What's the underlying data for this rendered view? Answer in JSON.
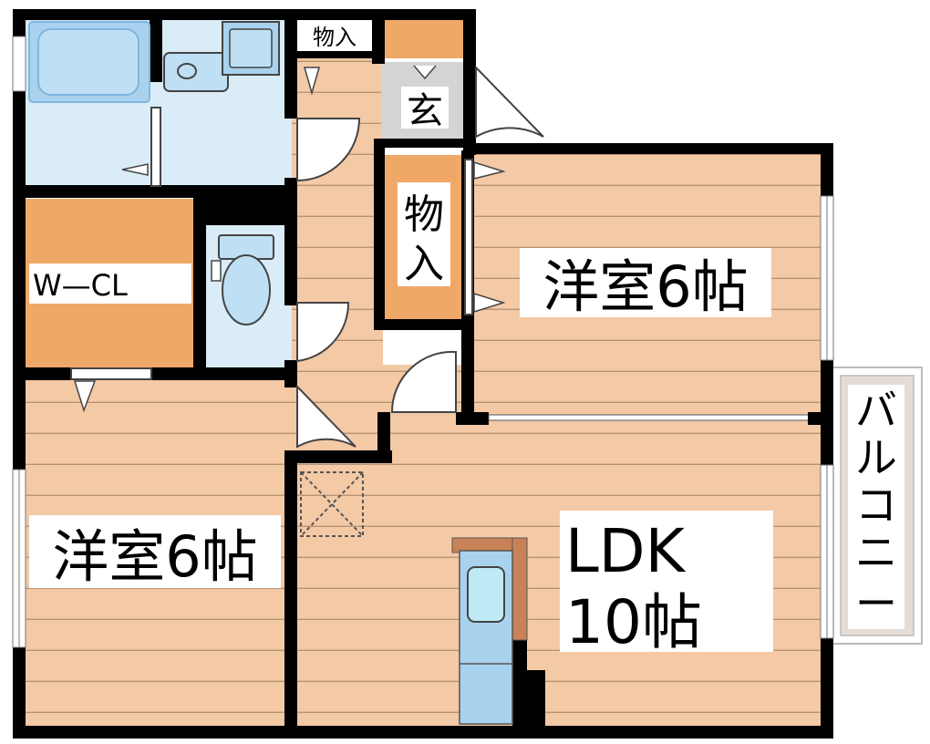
{
  "labels": {
    "storage_top": "物入",
    "entrance": "玄",
    "storage_mid_line1": "物",
    "storage_mid_line2": "入",
    "walk_in_closet": "W—CL",
    "room_north": "洋室6帖",
    "room_west": "洋室6帖",
    "ldk_line1": "LDK",
    "ldk_line2": "10帖",
    "balcony": [
      "バ",
      "ル",
      "コ",
      "ニ",
      "ー"
    ]
  },
  "colors": {
    "floor_wood": "#f4c9a6",
    "floor_line": "#b89477",
    "wet_area": "#d9ecf8",
    "fixture": "#a9d2ee",
    "fixture_edge": "#7fb6dd",
    "closet": "#f0a868",
    "entrance_floor": "#d4d4d4",
    "balcony_floor": "#e6dcd6",
    "wall": "#000000"
  },
  "icons": {
    "bathtub": "bathtub-icon",
    "washbasin": "washbasin-icon",
    "toilet": "toilet-icon",
    "kitchen_sink": "sink-icon",
    "doors": "door-swing-icon",
    "closet_marker": "closet-marker-icon",
    "ceiling_hatch": "ceiling-hatch-icon"
  }
}
